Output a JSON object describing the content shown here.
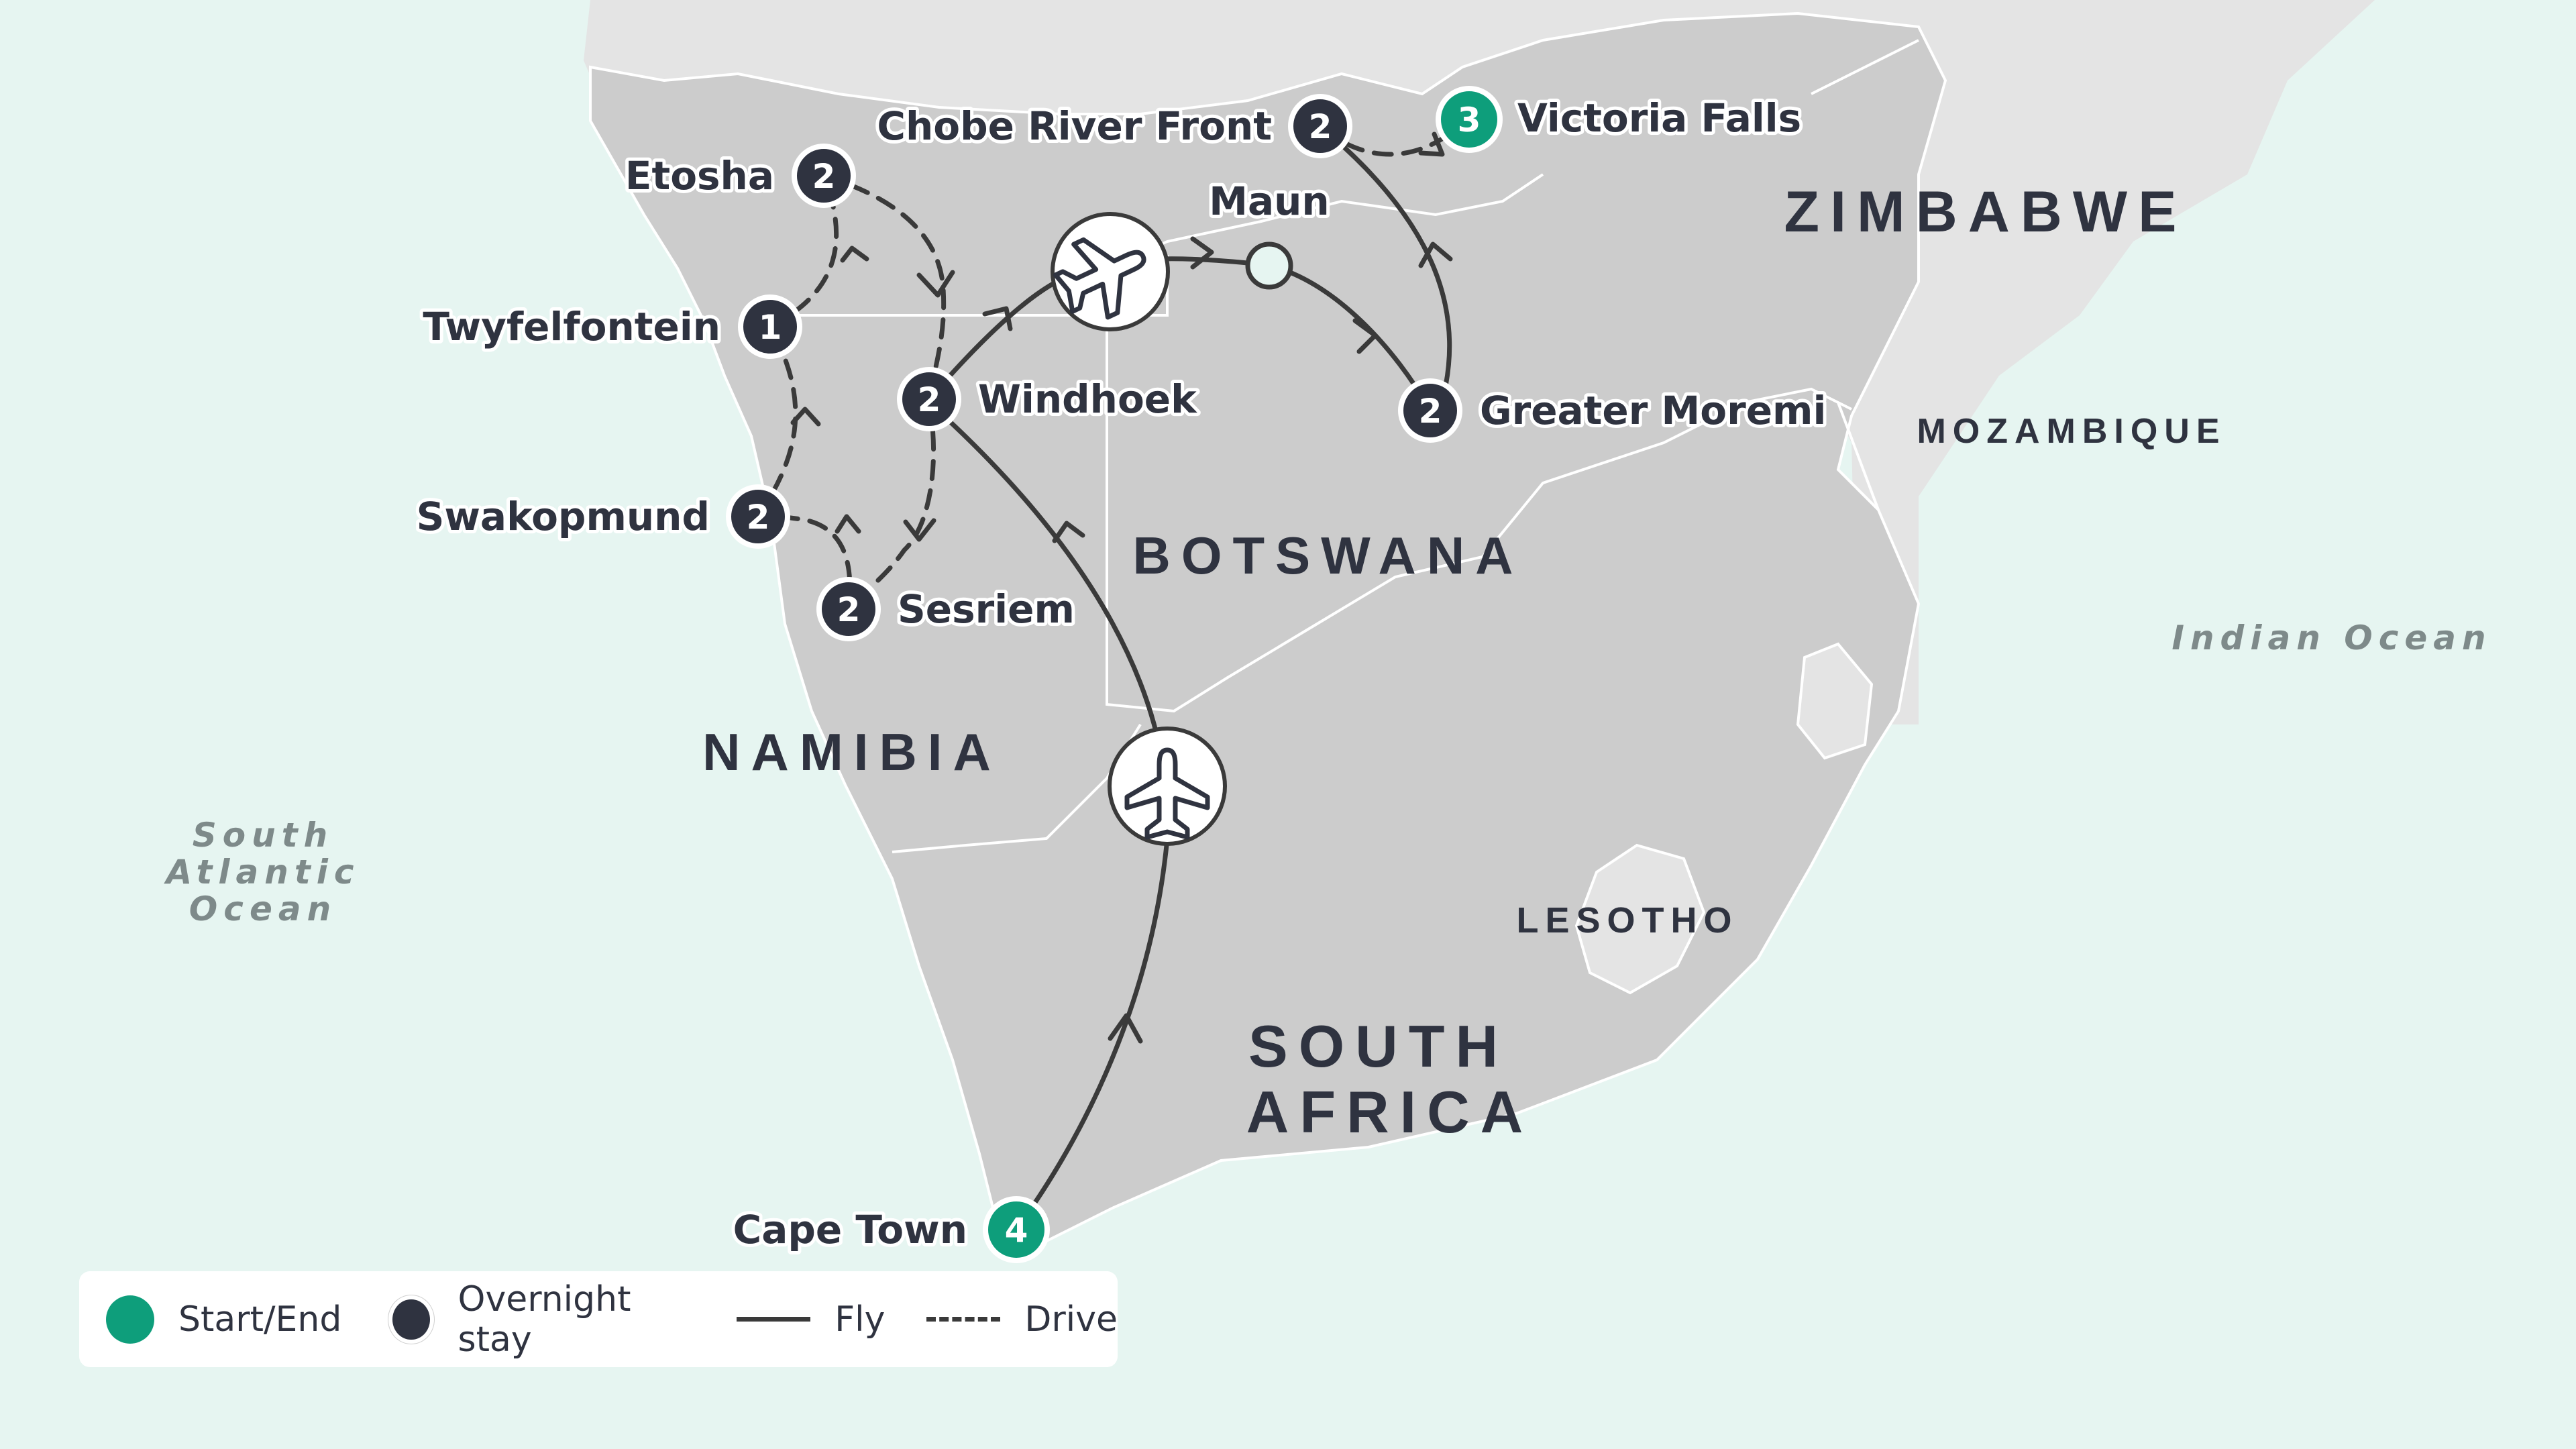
{
  "countries": {
    "zimbabwe": "ZIMBABWE",
    "mozambique": "MOZAMBIQUE",
    "botswana": "BOTSWANA",
    "namibia": "NAMIBIA",
    "south_africa_line1": "SOUTH",
    "south_africa_line2": "AFRICA",
    "lesotho": "LESOTHO"
  },
  "oceans": {
    "indian": "Indian Ocean",
    "atlantic_line1": "South",
    "atlantic_line2": "Atlantic",
    "atlantic_line3": "Ocean"
  },
  "stops": [
    {
      "name": "Victoria Falls",
      "nights": "3",
      "type": "start-end"
    },
    {
      "name": "Chobe River Front",
      "nights": "2",
      "type": "overnight"
    },
    {
      "name": "Etosha",
      "nights": "2",
      "type": "overnight"
    },
    {
      "name": "Maun",
      "nights": "",
      "type": "transit"
    },
    {
      "name": "Twyfelfontein",
      "nights": "1",
      "type": "overnight"
    },
    {
      "name": "Windhoek",
      "nights": "2",
      "type": "overnight"
    },
    {
      "name": "Greater Moremi",
      "nights": "2",
      "type": "overnight"
    },
    {
      "name": "Swakopmund",
      "nights": "2",
      "type": "overnight"
    },
    {
      "name": "Sesriem",
      "nights": "2",
      "type": "overnight"
    },
    {
      "name": "Cape Town",
      "nights": "4",
      "type": "start-end"
    }
  ],
  "icons": [
    "airplane-icon",
    "airplane-icon"
  ],
  "legend": {
    "start_end": "Start/End",
    "overnight": "Overnight stay",
    "fly": "Fly",
    "drive": "Drive"
  },
  "colors": {
    "ocean": "#e6f5f1",
    "land": "#cccccc",
    "land_outside": "#e4e4e4",
    "route": "#3a3a3a",
    "start_end": "#0e9e7b",
    "overnight": "#2f3340"
  }
}
